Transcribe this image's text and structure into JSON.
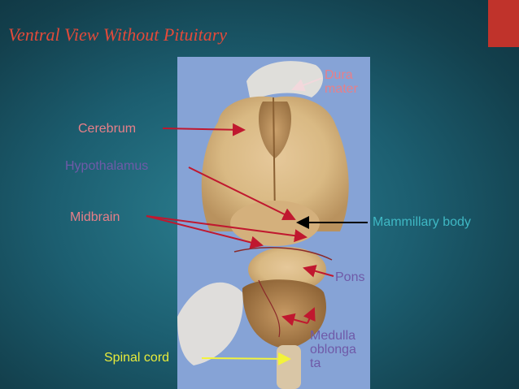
{
  "slide": {
    "title": "Ventral View Without Pituitary",
    "accent_color": "#c0332b",
    "title_color": "#e24a3a"
  },
  "labels": {
    "dura_mater": "Dura\nmater",
    "cerebrum": "Cerebrum",
    "hypothalamus": "Hypothalamus",
    "midbrain": "Midbrain",
    "mammillary_body": "Mammillary body",
    "pons": "Pons",
    "medulla_oblongata": "Medulla\noblonga\nta",
    "spinal_cord": "Spinal cord"
  },
  "colors": {
    "pink_label": "#e87f88",
    "purple_label": "#6f5aa8",
    "teal_label": "#3fb8c4",
    "yellow_label": "#e9ec3a",
    "arrow_red": "#c0182f",
    "arrow_black": "#000000",
    "arrow_white": "#f2d8dc",
    "arrow_yellow": "#f3f33a"
  }
}
